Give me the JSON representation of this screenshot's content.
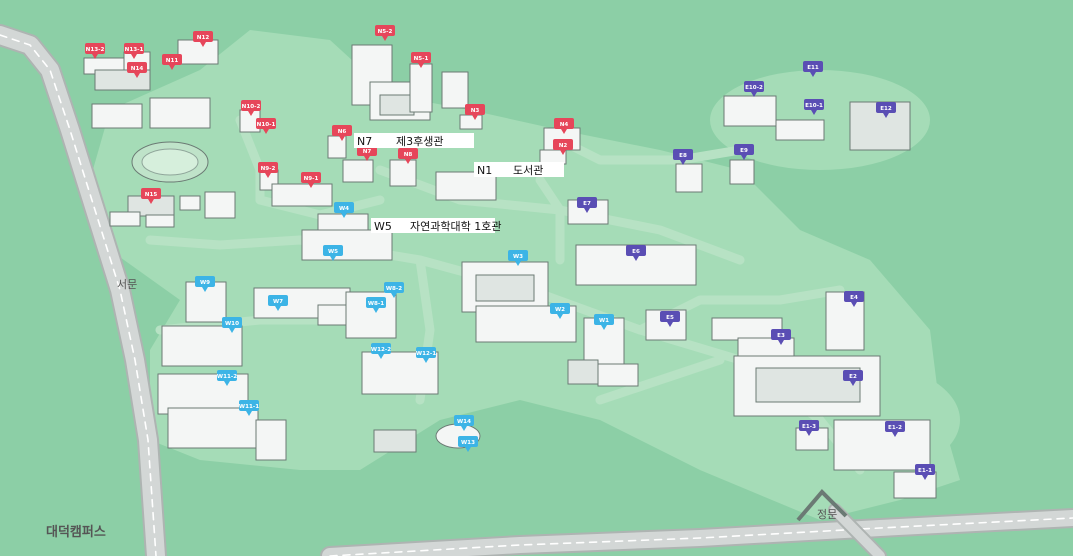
{
  "map": {
    "title": "대덕캠퍼스",
    "colors": {
      "background": "#8ccfa6",
      "north_pin": "#e6465a",
      "west_pin": "#3cb4e6",
      "east_pin": "#5a4eb4",
      "road": "#d3d7d6"
    },
    "gates": {
      "west": "서문",
      "main": "정문"
    },
    "highlighted_labels": [
      {
        "code": "N7",
        "name": "제3후생관"
      },
      {
        "code": "N1",
        "name": "도서관"
      },
      {
        "code": "W5",
        "name": "자연과학대학 1호관"
      }
    ],
    "markers": {
      "north": [
        "N13-2",
        "N13-1",
        "N12",
        "N11",
        "N14",
        "N5-2",
        "N5-1",
        "N10-2",
        "N10-1",
        "N3",
        "N6",
        "N7",
        "N8",
        "N4",
        "N2",
        "N9-2",
        "N9-1",
        "N15"
      ],
      "west": [
        "W4",
        "W5",
        "W3",
        "W9",
        "W7",
        "W8-2",
        "W8-1",
        "W2",
        "W1",
        "W10",
        "W12-2",
        "W12-1",
        "W11-2",
        "W11-1",
        "W14",
        "W13"
      ],
      "east": [
        "E11",
        "E10-2",
        "E10-1",
        "E12",
        "E8",
        "E9",
        "E7",
        "E6",
        "E5",
        "E4",
        "E3",
        "E2",
        "E1-3",
        "E1-2",
        "E1-1"
      ]
    }
  }
}
